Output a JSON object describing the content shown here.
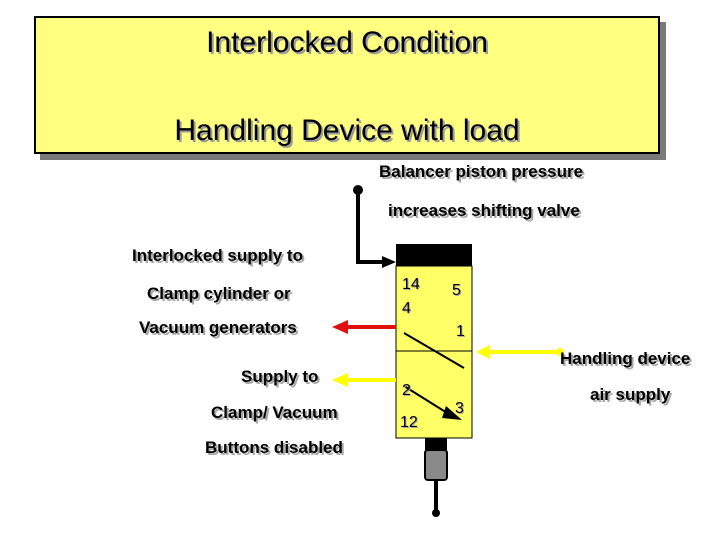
{
  "title": {
    "line1": "Interlocked Condition",
    "line2": "Handling Device with load"
  },
  "labels": {
    "balancer_line1": "Balancer piston pressure",
    "balancer_line2": "increases shifting valve",
    "interlocked_supply": "Interlocked supply to",
    "clamp_cylinder": "Clamp cylinder or",
    "vacuum_generators": "Vacuum generators",
    "supply_to": "Supply to",
    "clamp_vacuum": "Clamp/ Vacuum",
    "buttons_disabled": "Buttons disabled",
    "handling_device": "Handling device",
    "air_supply": "air supply"
  },
  "ports": {
    "p14": "14",
    "p4": "4",
    "p5": "5",
    "p1": "1",
    "p2": "2",
    "p12": "12",
    "p3": "3"
  },
  "colors": {
    "title_fill": "#ffff80",
    "valve_fill": "#ffff66",
    "red_arrow": "#e01010",
    "yellow_arrow": "#ffff00",
    "valve_cap": "#000000",
    "plunger": "#808080"
  }
}
